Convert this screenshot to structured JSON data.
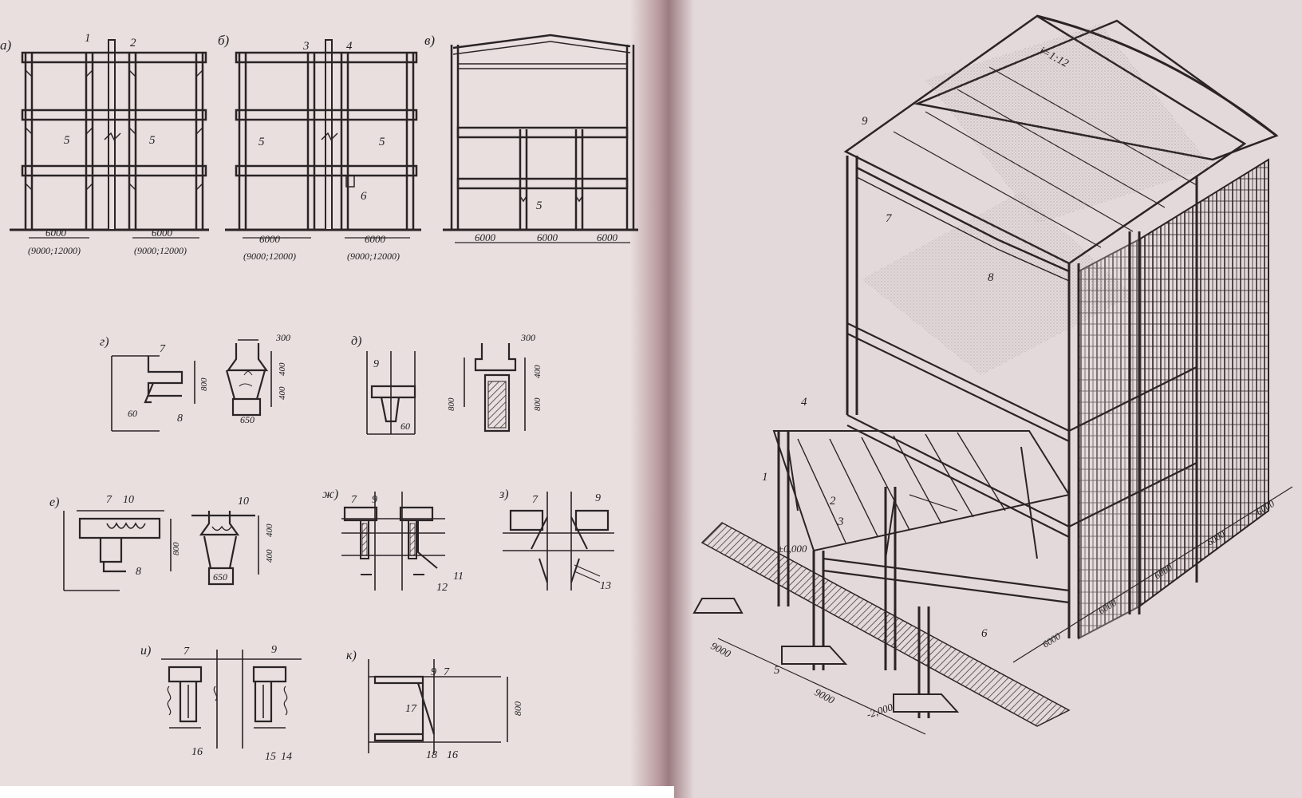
{
  "colors": {
    "paper_left": "#e9dfdf",
    "paper_right": "#e4d9da",
    "gutter": "#b89a9d",
    "ink": "#2a2426",
    "background": "#ffffff"
  },
  "frames": {
    "a": {
      "letter": "а)",
      "callouts": [
        "1",
        "2",
        "5",
        "5"
      ],
      "dims": [
        "6000",
        "(9000;12000)",
        "6000",
        "(9000;12000)"
      ]
    },
    "b": {
      "letter": "б)",
      "callouts": [
        "3",
        "4",
        "5",
        "5",
        "6"
      ],
      "dims": [
        "6000",
        "(9000;12000)",
        "6000",
        "(9000;12000)"
      ]
    },
    "v": {
      "letter": "в)",
      "callouts": [
        "5"
      ],
      "dims": [
        "6000",
        "6000",
        "6000"
      ]
    }
  },
  "details": {
    "g": {
      "letter": "г)",
      "callouts": [
        "7",
        "8"
      ],
      "dims": [
        "300",
        "800",
        "400",
        "400",
        "60",
        "650"
      ]
    },
    "d": {
      "letter": "д)",
      "callouts": [
        "9"
      ],
      "dims": [
        "300",
        "800",
        "400",
        "800",
        "60"
      ]
    },
    "e": {
      "letter": "е)",
      "callouts": [
        "7",
        "10",
        "8",
        "10"
      ],
      "dims": [
        "800",
        "400",
        "400",
        "650"
      ]
    },
    "zh": {
      "letter": "ж)",
      "callouts": [
        "7",
        "9",
        "11",
        "12"
      ]
    },
    "z": {
      "letter": "з)",
      "callouts": [
        "7",
        "9",
        "13"
      ]
    },
    "i": {
      "letter": "и)",
      "callouts": [
        "7",
        "9",
        "16",
        "15",
        "14"
      ]
    },
    "k": {
      "letter": "к)",
      "callouts": [
        "9",
        "7",
        "17",
        "18",
        "16"
      ],
      "dims": [
        "800"
      ]
    }
  },
  "isometric": {
    "slope": "i=1:12",
    "level_zero": "±0,000",
    "level_minus": "-2,000",
    "callouts": [
      "9",
      "7",
      "8",
      "4",
      "1",
      "2",
      "3",
      "5",
      "6"
    ],
    "dims_bottom": [
      "9000",
      "9000"
    ],
    "dims_right": [
      "6000",
      "6000",
      "6000",
      "6000",
      "6000"
    ]
  }
}
